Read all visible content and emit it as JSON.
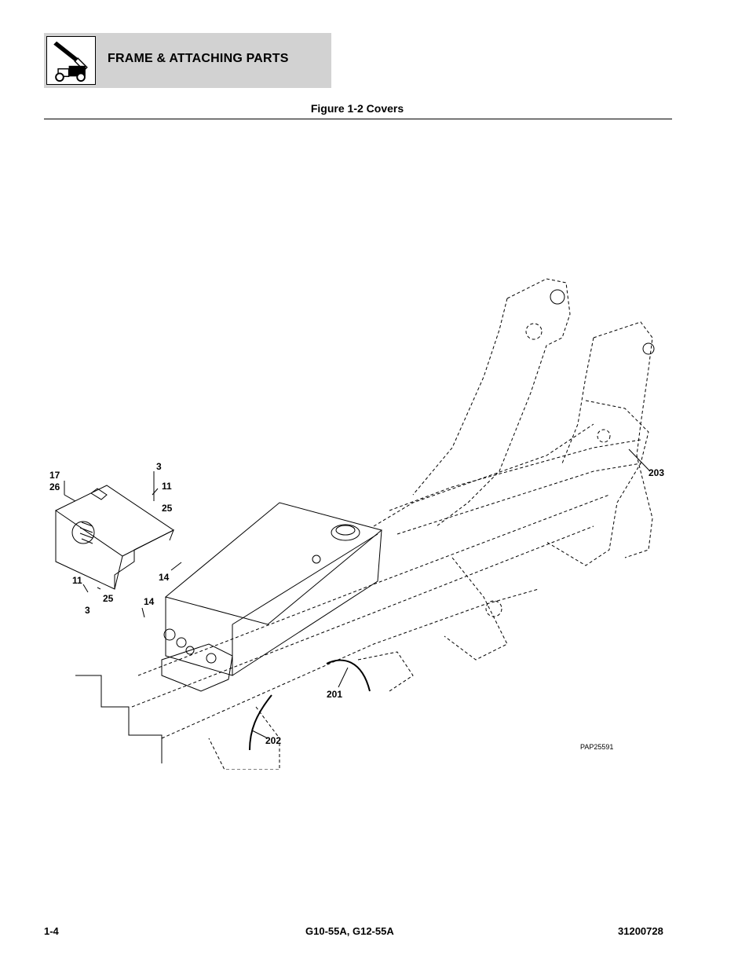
{
  "header": {
    "section_title": "FRAME & ATTACHING PARTS",
    "icon": "aerial-lift-icon"
  },
  "figure": {
    "title": "Figure 1-2 Covers",
    "drawing_id": "PAP25591",
    "callouts": [
      "17",
      "26",
      "3",
      "11",
      "25",
      "14",
      "11",
      "25",
      "3",
      "14",
      "203",
      "201",
      "202"
    ]
  },
  "footer": {
    "page_number": "1-4",
    "model": "G10-55A, G12-55A",
    "doc_number": "31200728"
  }
}
